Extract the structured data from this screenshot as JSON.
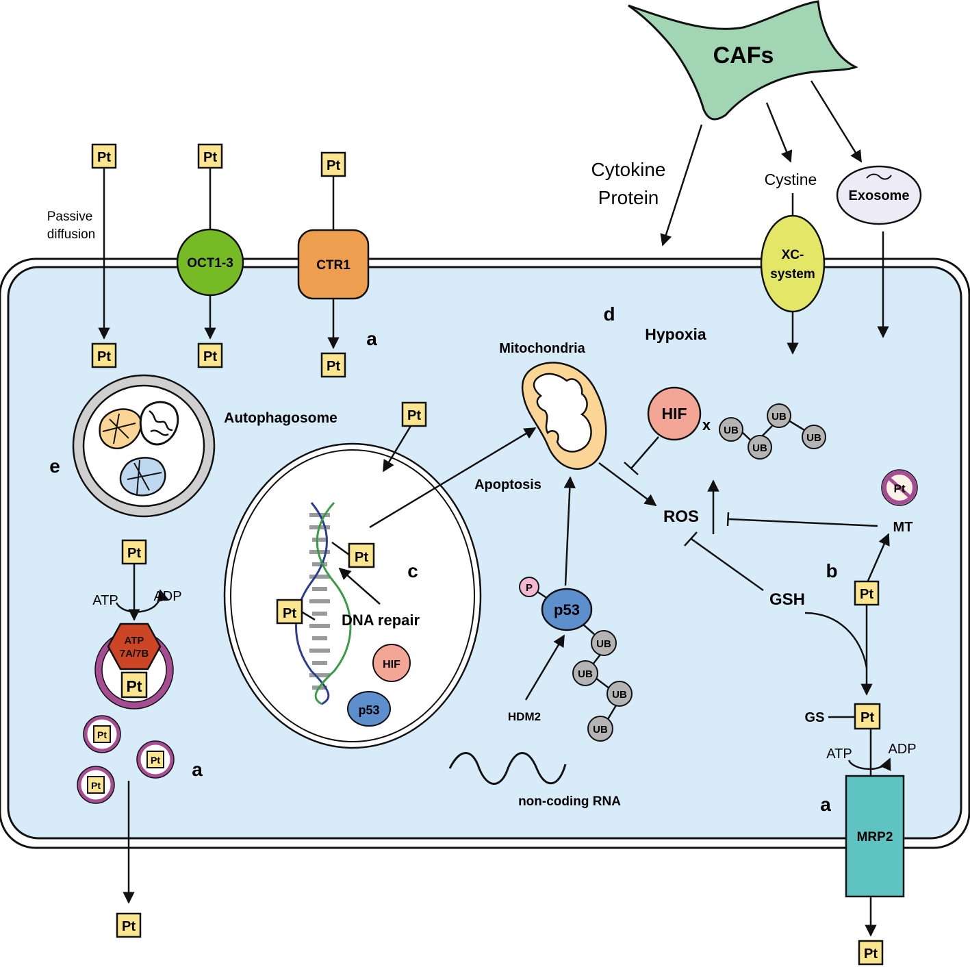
{
  "labels": {
    "pt": "Pt",
    "passive_line1": "Passive",
    "passive_line2": "diffusion",
    "oct": "OCT1-3",
    "ctr1": "CTR1",
    "caf": "CAFs",
    "cytokine_line1": "Cytokine",
    "cytokine_line2": "Protein",
    "cystine": "Cystine",
    "exosome": "Exosome",
    "xc_line1": "XC-",
    "xc_line2": "system",
    "hypoxia": "Hypoxia",
    "mitochondria": "Mitochondria",
    "autophagosome": "Autophagosome",
    "apoptosis": "Apoptosis",
    "hif": "HIF",
    "ub": "UB",
    "ros": "ROS",
    "mt": "MT",
    "gsh": "GSH",
    "gs": "GS",
    "dna_repair": "DNA repair",
    "p53": "p53",
    "p": "P",
    "hdm2": "HDM2",
    "ncrna": "non-coding RNA",
    "atp": "ATP",
    "adp": "ADP",
    "atp7_line1": "ATP",
    "atp7_line2": "7A/7B",
    "mrp2": "MRP2",
    "x_mark": "x"
  },
  "panels": {
    "a": "a",
    "b": "b",
    "c": "c",
    "d": "d",
    "e": "e"
  },
  "colors": {
    "cell_fill": "#d7ecf8",
    "pt_box": "#fbe58e",
    "oct": "#76bb26",
    "ctr1": "#ee9e4f",
    "caf": "#a2d5b4",
    "xc": "#e4e667",
    "exosome": "#ecebf6",
    "hif": "#f3a596",
    "ub": "#b4b4b4",
    "p53": "#5e8fcd",
    "p": "#f4b8d2",
    "mito": "#fbd596",
    "atp7": "#cc4524",
    "vesicle": "#a54c92",
    "mrp2": "#5ec3c1",
    "dna_blue": "#2b3d8f",
    "dna_green": "#3a9c46"
  }
}
